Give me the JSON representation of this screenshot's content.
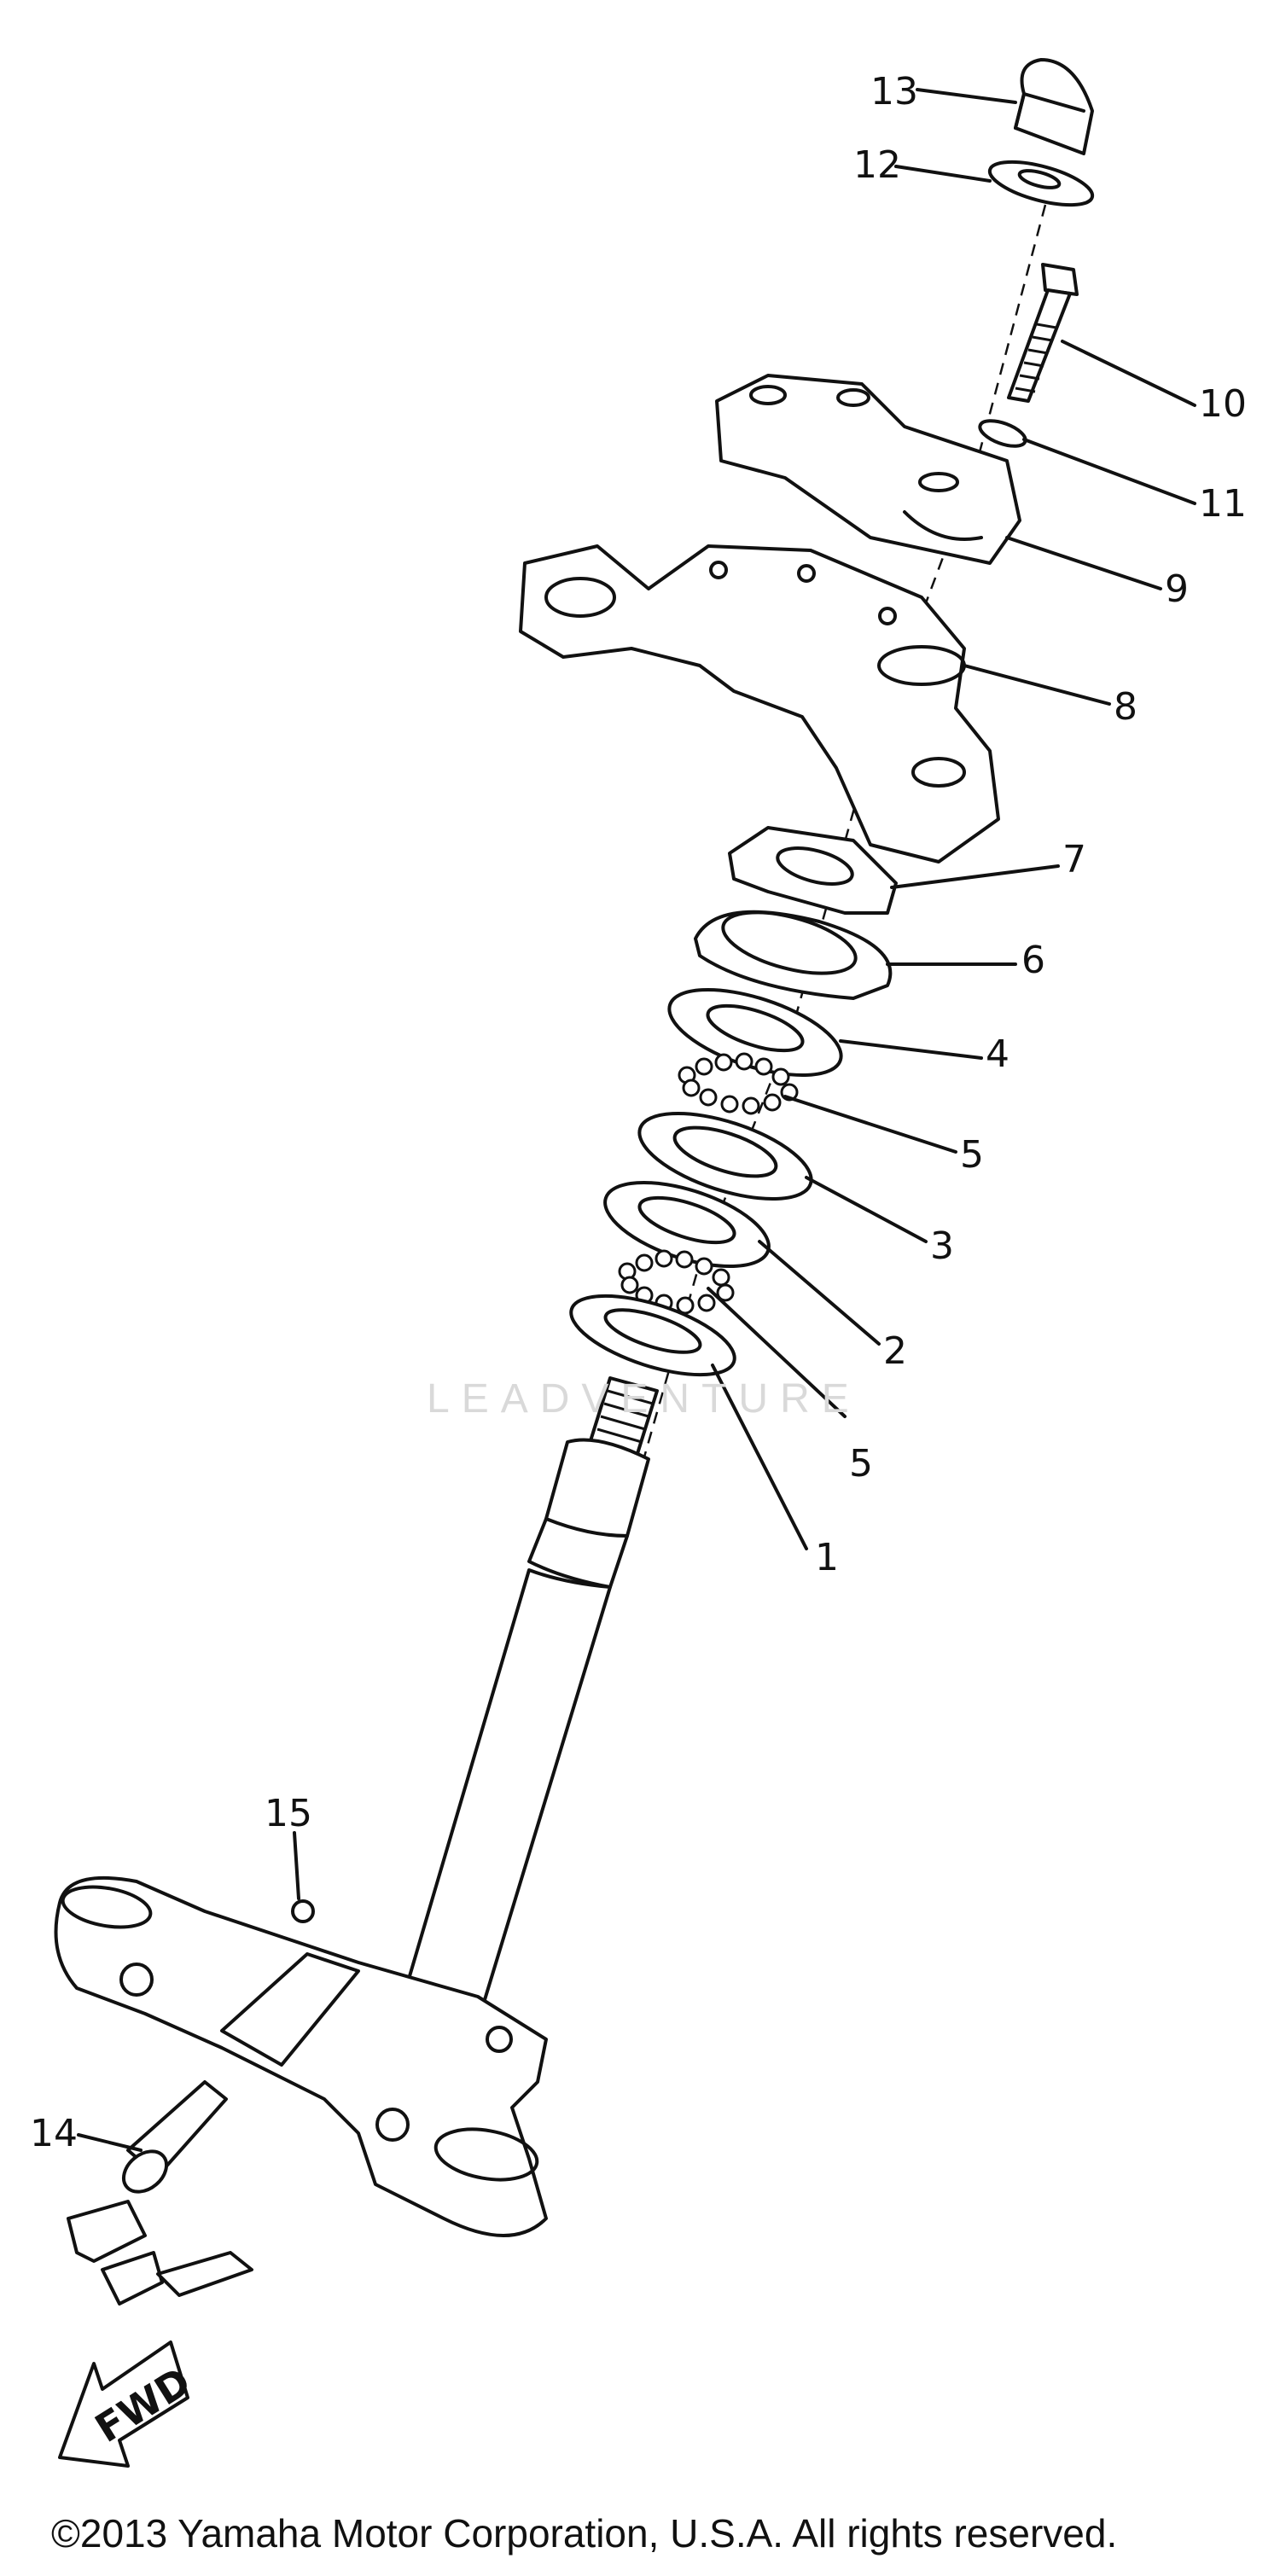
{
  "diagram": {
    "callouts": [
      {
        "id": "13",
        "label": "13"
      },
      {
        "id": "12",
        "label": "12"
      },
      {
        "id": "10",
        "label": "10"
      },
      {
        "id": "11",
        "label": "11"
      },
      {
        "id": "9",
        "label": "9"
      },
      {
        "id": "8",
        "label": "8"
      },
      {
        "id": "7",
        "label": "7"
      },
      {
        "id": "6",
        "label": "6"
      },
      {
        "id": "4",
        "label": "4"
      },
      {
        "id": "5a",
        "label": "5"
      },
      {
        "id": "3",
        "label": "3"
      },
      {
        "id": "2",
        "label": "2"
      },
      {
        "id": "5b",
        "label": "5"
      },
      {
        "id": "1",
        "label": "1"
      },
      {
        "id": "15",
        "label": "15"
      },
      {
        "id": "14",
        "label": "14"
      }
    ],
    "direction_arrow": "FWD",
    "watermark": "LEADVENTURE",
    "copyright": "©2013 Yamaha Motor Corporation, U.S.A. All rights reserved."
  }
}
